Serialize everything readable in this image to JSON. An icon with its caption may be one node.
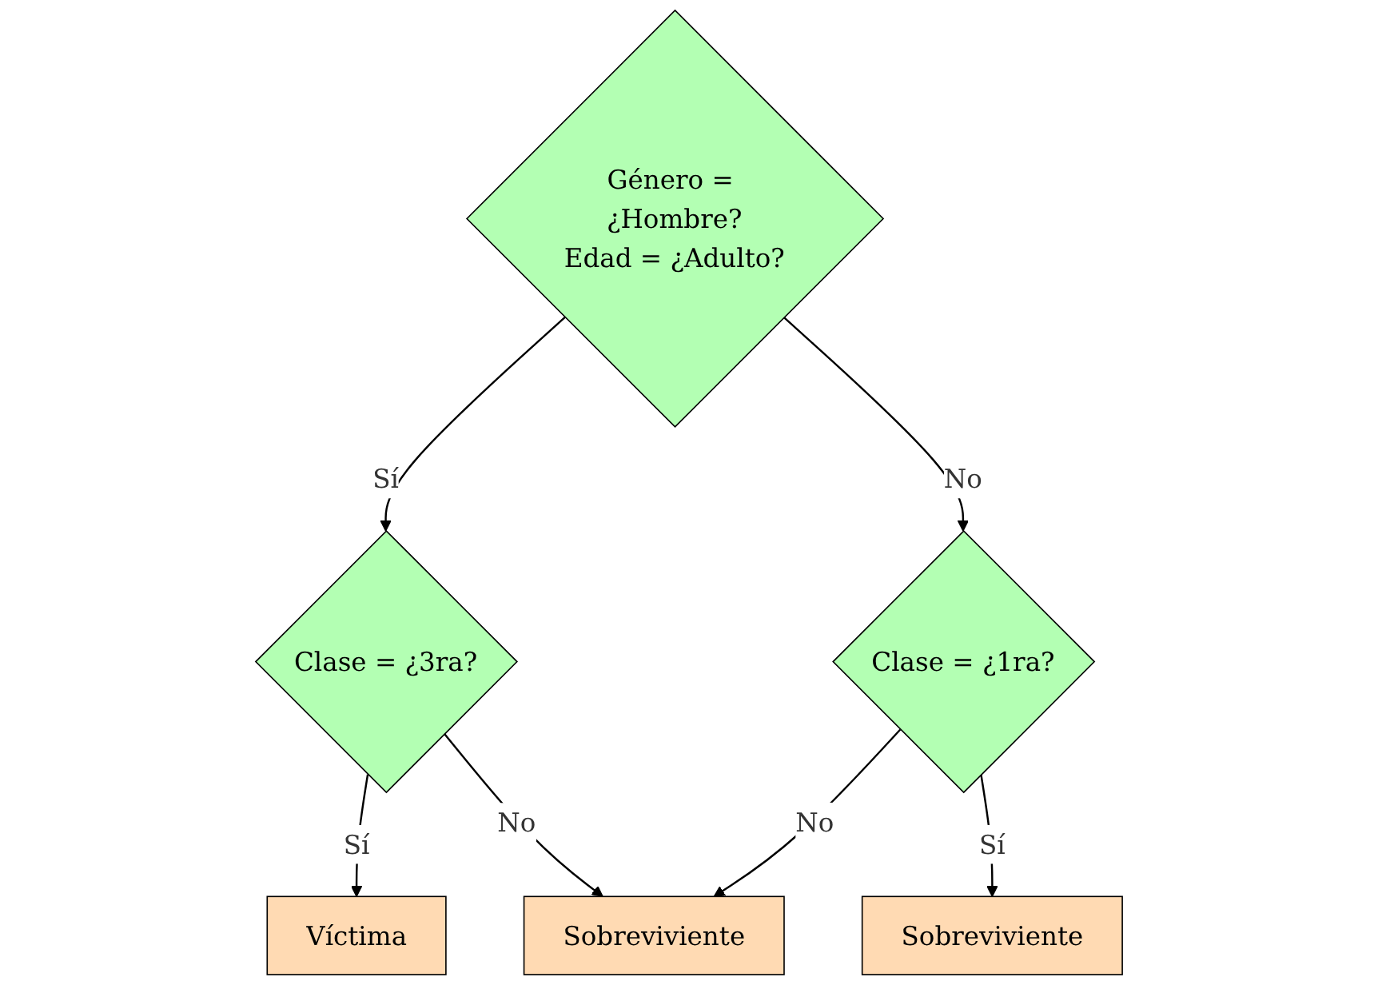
{
  "diagram": {
    "nodes": [
      {
        "text": [
          "Género = ¿Hombre?",
          "Edad = ¿Adulto?"
        ]
      },
      {
        "text": [
          "Clase = ¿3ra?"
        ]
      },
      {
        "text": [
          "Clase = ¿1ra?"
        ]
      },
      {
        "text": [
          "Víctima"
        ]
      },
      {
        "text": [
          "Sobreviviente"
        ]
      },
      {
        "text": [
          "Sobreviviente"
        ]
      }
    ],
    "edges": [
      {
        "from": 0,
        "to": 1,
        "arrow": "to",
        "label": "Sí"
      },
      {
        "from": 0,
        "to": 2,
        "arrow": "to",
        "label": "No"
      },
      {
        "from": 1,
        "to": 3,
        "arrow": "to",
        "label": "Sí"
      },
      {
        "from": 1,
        "to": 4,
        "arrow": "to",
        "label": "No"
      },
      {
        "from": 2,
        "to": 4,
        "arrow": "to",
        "label": "No"
      },
      {
        "from": 2,
        "to": 5,
        "arrow": "to",
        "label": "Sí"
      }
    ]
  }
}
